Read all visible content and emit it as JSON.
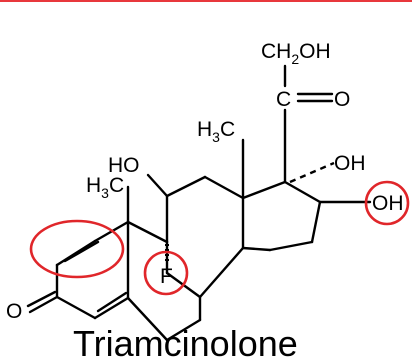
{
  "title": "Triamcinolone",
  "labels": {
    "ch2oh_main": "CH",
    "ch2oh_sub": "2",
    "ch2oh_tail": "OH",
    "carbonyl_c": "C",
    "carbonyl_o": "O",
    "methyl_top_main": "H",
    "methyl_top_sub": "3",
    "methyl_top_tail": "C",
    "ho_11": "HO",
    "methyl_left_main": "H",
    "methyl_left_sub": "3",
    "methyl_left_tail": "C",
    "oh_17": "OH",
    "oh_16": "OH",
    "fluorine": "F",
    "ketone_o": "O"
  },
  "colors": {
    "bond": "#000000",
    "highlight": "#e0262a",
    "top_border": "#e8383c"
  }
}
